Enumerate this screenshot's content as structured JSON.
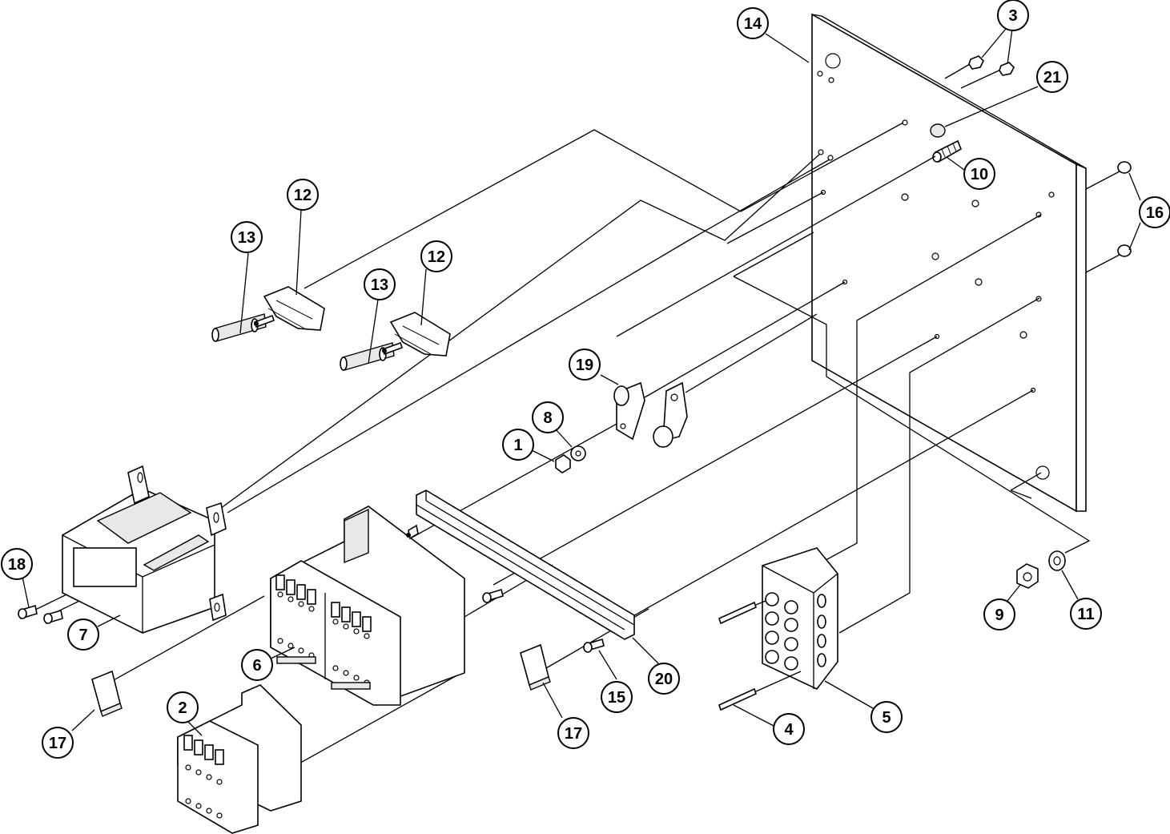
{
  "diagram": {
    "callouts": [
      {
        "id": "c1",
        "label": "1"
      },
      {
        "id": "c2",
        "label": "2"
      },
      {
        "id": "c3",
        "label": "3"
      },
      {
        "id": "c4",
        "label": "4"
      },
      {
        "id": "c5",
        "label": "5"
      },
      {
        "id": "c6",
        "label": "6"
      },
      {
        "id": "c7",
        "label": "7"
      },
      {
        "id": "c8",
        "label": "8"
      },
      {
        "id": "c9",
        "label": "9"
      },
      {
        "id": "c10",
        "label": "10"
      },
      {
        "id": "c11",
        "label": "11"
      },
      {
        "id": "c12a",
        "label": "12"
      },
      {
        "id": "c12b",
        "label": "12"
      },
      {
        "id": "c13a",
        "label": "13"
      },
      {
        "id": "c13b",
        "label": "13"
      },
      {
        "id": "c14",
        "label": "14"
      },
      {
        "id": "c15",
        "label": "15"
      },
      {
        "id": "c16",
        "label": "16"
      },
      {
        "id": "c17a",
        "label": "17"
      },
      {
        "id": "c17b",
        "label": "17"
      },
      {
        "id": "c18",
        "label": "18"
      },
      {
        "id": "c19",
        "label": "19"
      },
      {
        "id": "c20",
        "label": "20"
      },
      {
        "id": "c21",
        "label": "21"
      }
    ]
  }
}
